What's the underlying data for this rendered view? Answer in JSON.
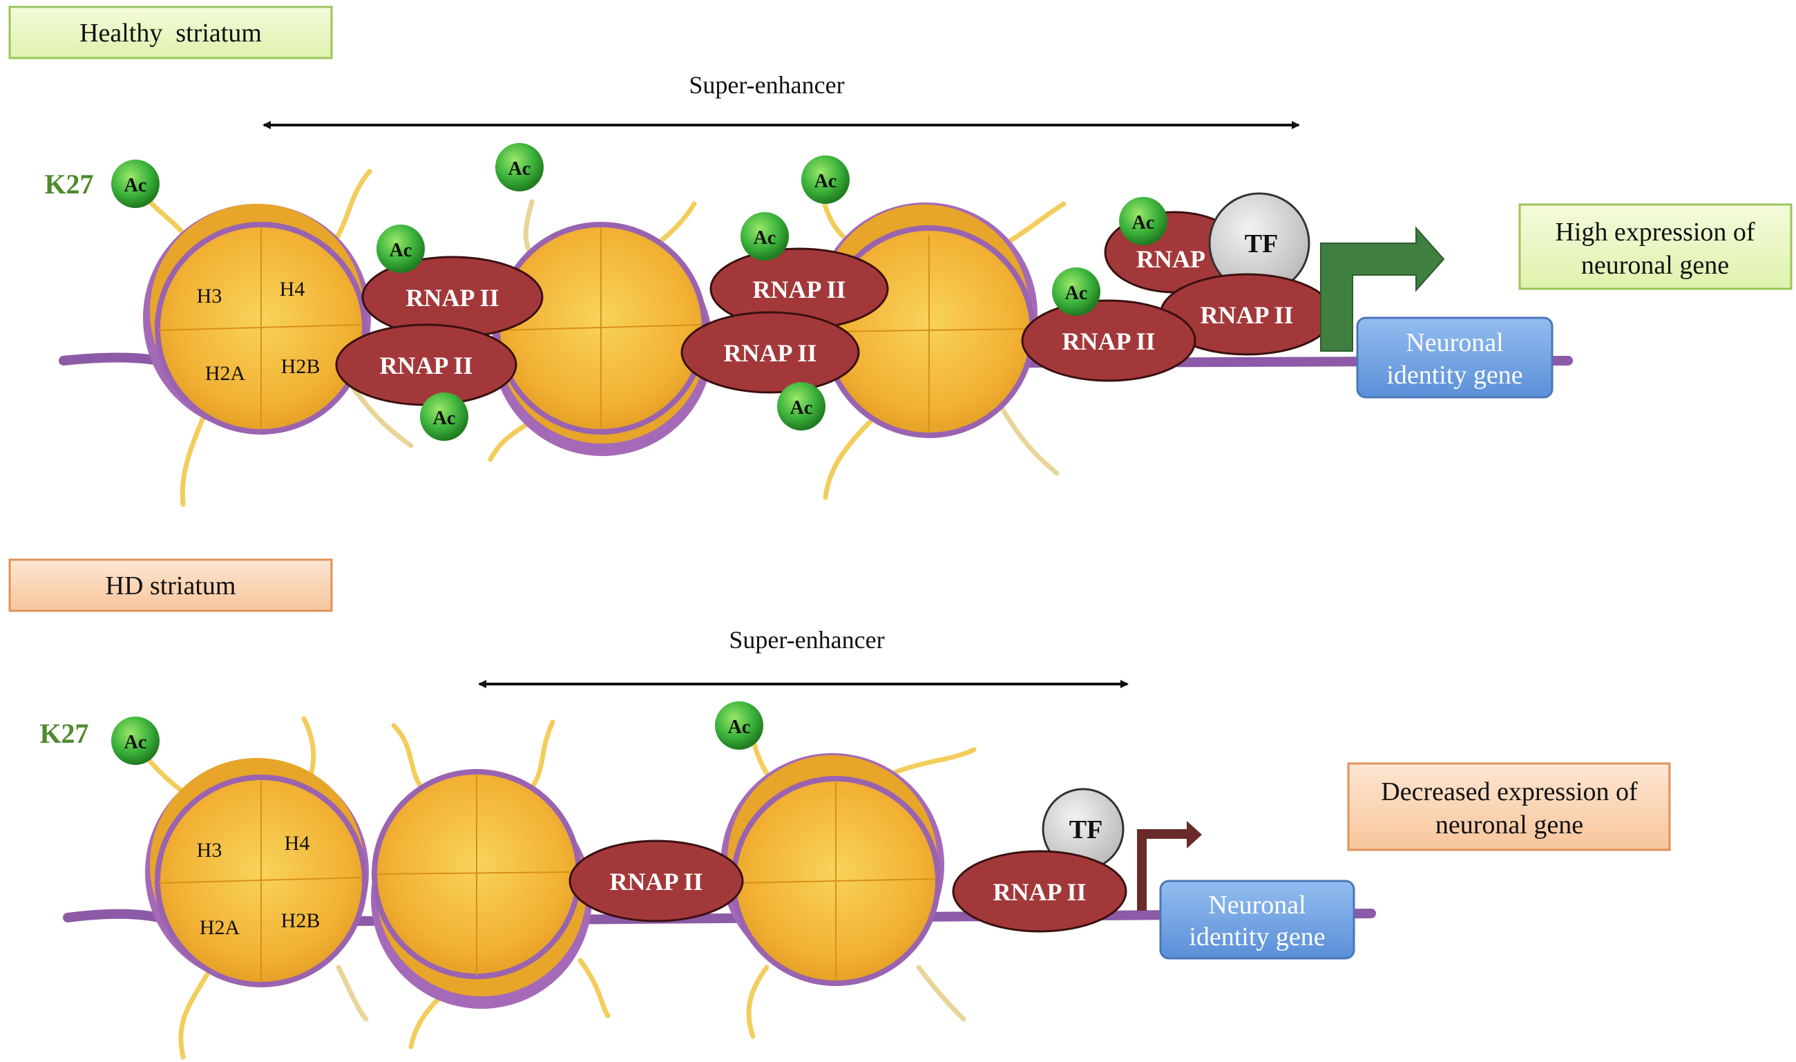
{
  "colors": {
    "healthy_box": "#e9f7c4",
    "healthy_border": "#9bc45a",
    "hd_box": "#fbd6b8",
    "hd_border": "#e0915a",
    "k27": "#4e8a2e",
    "dna": "#8c5aa6",
    "nucleosome": "#f2b134",
    "rnap": "#a3383a",
    "tf": "#d3d3d3",
    "ac": "#2fa02f",
    "gene_box": "#6d9fe0",
    "arrow_high": "#3f7f3f",
    "arrow_low": "#6b2a2a"
  },
  "healthy": {
    "title": "Healthy  striatum",
    "super_enhancer": "Super-enhancer",
    "k27": "K27",
    "ac": "Ac",
    "histones": [
      "H3",
      "H4",
      "H2A",
      "H2B"
    ],
    "rnap": "RNAP II",
    "rnap_partial": "RNAP",
    "tf": "TF",
    "gene_line1": "Neuronal",
    "gene_line2": "identity gene",
    "expression_line1": "High expression of",
    "expression_line2": "neuronal gene"
  },
  "hd": {
    "title": "HD striatum",
    "super_enhancer": "Super-enhancer",
    "k27": "K27",
    "ac": "Ac",
    "histones": [
      "H3",
      "H4",
      "H2A",
      "H2B"
    ],
    "rnap": "RNAP II",
    "tf": "TF",
    "gene_line1": "Neuronal",
    "gene_line2": "identity gene",
    "expression_line1": "Decreased expression of",
    "expression_line2": "neuronal gene"
  }
}
